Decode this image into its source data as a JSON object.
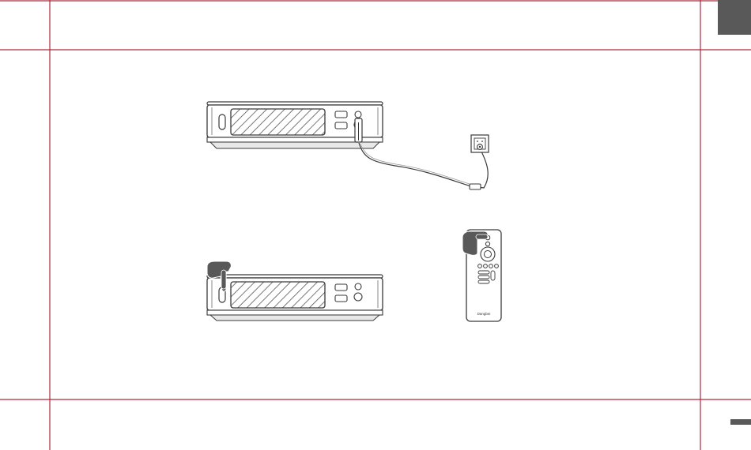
{
  "document": {
    "remote_brand_label": "Dangbei"
  },
  "colors": {
    "frame_lines": "#b0283a",
    "side_tab": "#595959",
    "line_art": "#3a3a3a",
    "finger": "#595959"
  },
  "illustrations": {
    "step_1": "projector-power-connection",
    "step_2": "power-on-button-and-remote"
  },
  "icons": [
    "power-plug-icon",
    "wall-outlet-icon",
    "finger-press-icon",
    "remote-control-icon"
  ]
}
